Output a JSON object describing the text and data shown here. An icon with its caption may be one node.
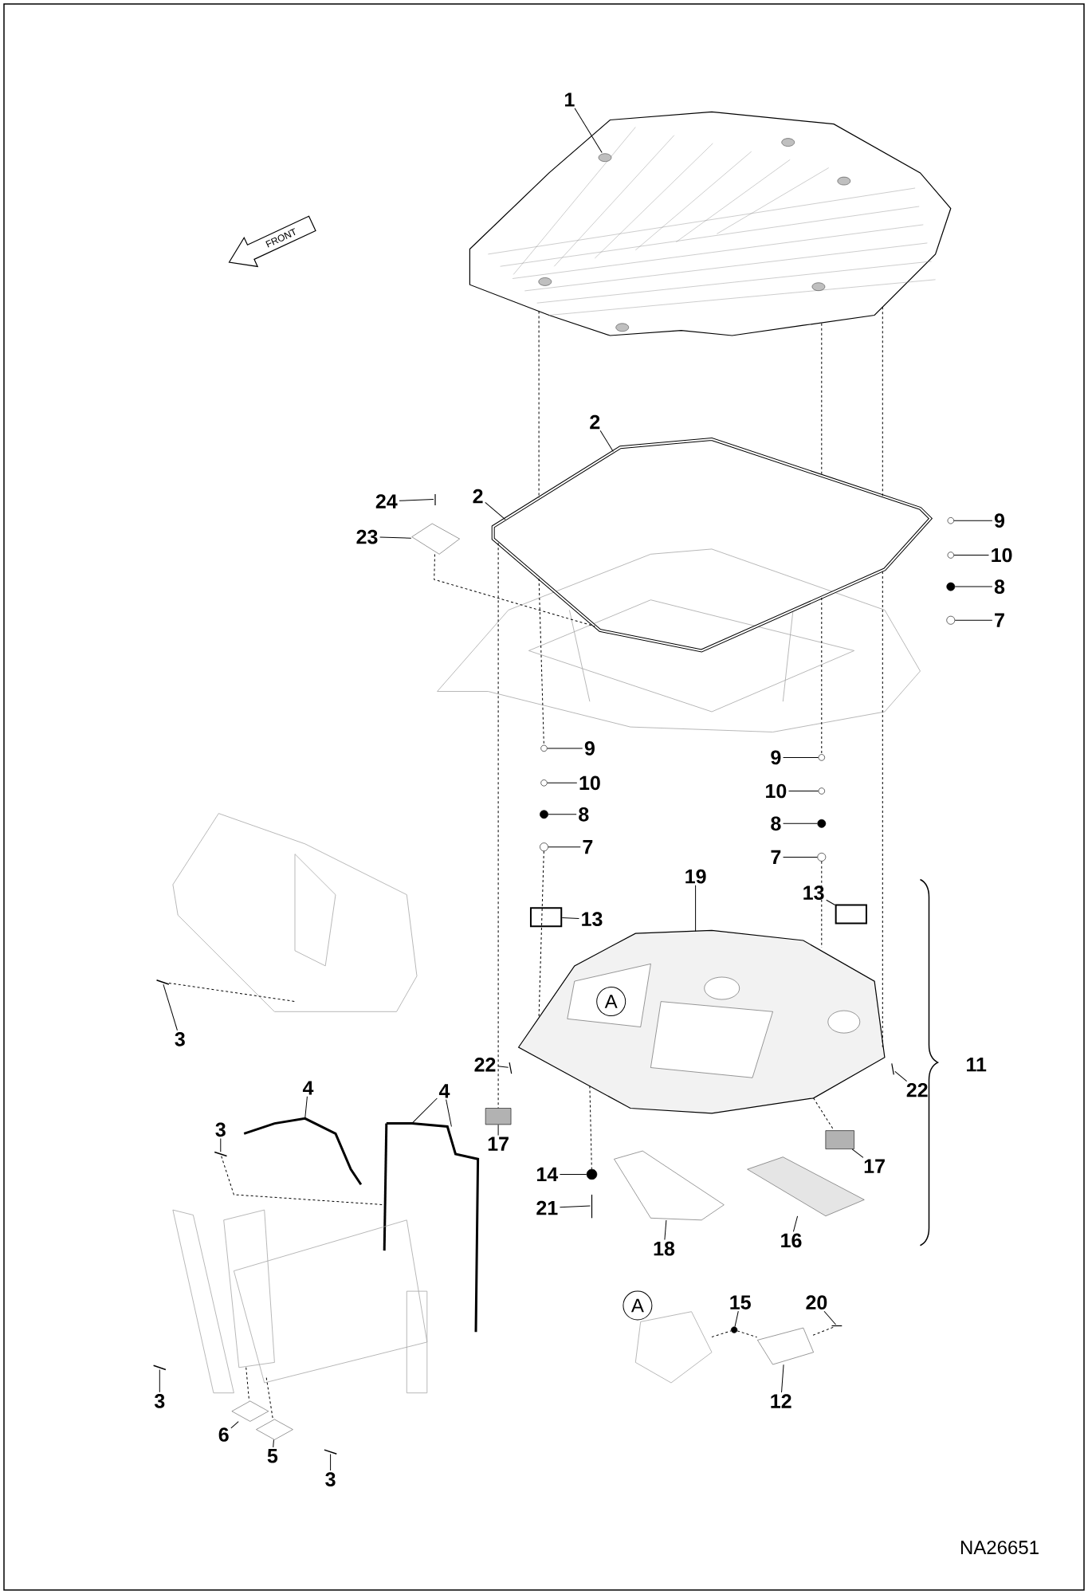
{
  "diagram": {
    "nodes": [
      {
        "text": [
          "1"
        ]
      },
      {
        "text": [
          "2"
        ]
      },
      {
        "text": [
          "24"
        ]
      },
      {
        "text": [
          "2"
        ]
      },
      {
        "text": [
          "23"
        ]
      },
      {
        "text": [
          "9"
        ]
      },
      {
        "text": [
          "10"
        ]
      },
      {
        "text": [
          "8"
        ]
      },
      {
        "text": [
          "7"
        ]
      },
      {
        "text": [
          "9"
        ]
      },
      {
        "text": [
          "10"
        ]
      },
      {
        "text": [
          "8"
        ]
      },
      {
        "text": [
          "7"
        ]
      },
      {
        "text": [
          "9"
        ]
      },
      {
        "text": [
          "10"
        ]
      },
      {
        "text": [
          "8"
        ]
      },
      {
        "text": [
          "7"
        ]
      },
      {
        "text": [
          "19"
        ]
      },
      {
        "text": [
          "13"
        ]
      },
      {
        "text": [
          "13"
        ]
      },
      {
        "text": [
          "3"
        ]
      },
      {
        "text": [
          "22"
        ]
      },
      {
        "text": [
          "22"
        ]
      },
      {
        "text": [
          "4"
        ]
      },
      {
        "text": [
          "4"
        ]
      },
      {
        "text": [
          "3"
        ]
      },
      {
        "text": [
          "17"
        ]
      },
      {
        "text": [
          "17"
        ]
      },
      {
        "text": [
          "14"
        ]
      },
      {
        "text": [
          "21"
        ]
      },
      {
        "text": [
          "16"
        ]
      },
      {
        "text": [
          "18"
        ]
      },
      {
        "text": [
          "15"
        ]
      },
      {
        "text": [
          "20"
        ]
      },
      {
        "text": [
          "12"
        ]
      },
      {
        "text": [
          "3"
        ]
      },
      {
        "text": [
          "6"
        ]
      },
      {
        "text": [
          "5"
        ]
      },
      {
        "text": [
          "3"
        ]
      },
      {
        "text": [],
        "shape": "picture"
      },
      {
        "text": [],
        "shape": "picture"
      },
      {
        "text": [],
        "shape": "picture"
      },
      {
        "text": [],
        "shape": "picture"
      },
      {
        "text": [],
        "shape": "circle"
      },
      {
        "text": [],
        "shape": "circle"
      },
      {
        "text": [],
        "shape": "circle"
      },
      {
        "text": [],
        "shape": "circle"
      },
      {
        "text": [],
        "shape": "circle"
      },
      {
        "text": [],
        "shape": "circle"
      },
      {
        "text": [],
        "shape": "circle"
      },
      {
        "text": [],
        "shape": "circle"
      },
      {
        "text": [],
        "shape": "circle"
      },
      {
        "text": [],
        "shape": "circle"
      },
      {
        "text": [],
        "shape": "circle"
      },
      {
        "text": [],
        "shape": "circle"
      },
      {
        "text": [],
        "shape": "picture"
      },
      {
        "text": [],
        "shape": "box"
      },
      {
        "text": [],
        "shape": "box"
      },
      {
        "text": [],
        "shape": "picture"
      },
      {
        "text": [],
        "shape": "picture"
      },
      {
        "text": [],
        "shape": "picture"
      },
      {
        "text": [],
        "shape": "picture"
      },
      {
        "text": [],
        "shape": "picture"
      },
      {
        "text": [],
        "shape": "picture"
      },
      {
        "text": [],
        "shape": "box"
      },
      {
        "text": [],
        "shape": "box"
      },
      {
        "text": [],
        "shape": "circle"
      },
      {
        "text": [],
        "shape": "picture"
      },
      {
        "text": [],
        "shape": "picture"
      },
      {
        "text": [],
        "shape": "picture"
      },
      {
        "text": [],
        "shape": "circle"
      },
      {
        "text": [],
        "shape": "picture"
      },
      {
        "text": [],
        "shape": "picture"
      },
      {
        "text": [],
        "shape": "picture"
      },
      {
        "text": [],
        "shape": "picture"
      },
      {
        "text": [],
        "shape": "picture"
      },
      {
        "text": [],
        "shape": "picture"
      },
      {
        "text": [],
        "shape": "picture"
      },
      {
        "text": [],
        "shape": "picture"
      },
      {
        "text": [],
        "shape": "picture"
      }
    ],
    "edges": [
      {
        "from": 0,
        "to": 39,
        "arrow": "none"
      },
      {
        "from": 1,
        "to": 40,
        "arrow": "none"
      },
      {
        "from": 2,
        "to": 41,
        "arrow": "none"
      },
      {
        "from": 3,
        "to": 40,
        "arrow": "none"
      },
      {
        "from": 4,
        "to": 42,
        "arrow": "none"
      },
      {
        "from": 5,
        "to": 43,
        "arrow": "none"
      },
      {
        "from": 6,
        "to": 44,
        "arrow": "none"
      },
      {
        "from": 7,
        "to": 45,
        "arrow": "none"
      },
      {
        "from": 8,
        "to": 46,
        "arrow": "none"
      },
      {
        "from": 9,
        "to": 47,
        "arrow": "none"
      },
      {
        "from": 10,
        "to": 48,
        "arrow": "none"
      },
      {
        "from": 11,
        "to": 49,
        "arrow": "none"
      },
      {
        "from": 12,
        "to": 50,
        "arrow": "none"
      },
      {
        "from": 13,
        "to": 51,
        "arrow": "none"
      },
      {
        "from": 14,
        "to": 52,
        "arrow": "none"
      },
      {
        "from": 15,
        "to": 53,
        "arrow": "none"
      },
      {
        "from": 16,
        "to": 54,
        "arrow": "none"
      },
      {
        "from": 17,
        "to": 55,
        "arrow": "none"
      },
      {
        "from": 18,
        "to": 56,
        "arrow": "none"
      },
      {
        "from": 19,
        "to": 57,
        "arrow": "none"
      },
      {
        "from": 20,
        "to": 58,
        "arrow": "none"
      },
      {
        "from": 21,
        "to": 59,
        "arrow": "none"
      },
      {
        "from": 22,
        "to": 60,
        "arrow": "none"
      },
      {
        "from": 23,
        "to": 61,
        "arrow": "none"
      },
      {
        "from": 24,
        "to": 62,
        "arrow": "none"
      },
      {
        "from": 24,
        "to": 62,
        "arrow": "none"
      },
      {
        "from": 25,
        "to": 63,
        "arrow": "none"
      },
      {
        "from": 26,
        "to": 64,
        "arrow": "none"
      },
      {
        "from": 27,
        "to": 65,
        "arrow": "none"
      },
      {
        "from": 28,
        "to": 66,
        "arrow": "none"
      },
      {
        "from": 29,
        "to": 67,
        "arrow": "none"
      },
      {
        "from": 30,
        "to": 68,
        "arrow": "none"
      },
      {
        "from": 31,
        "to": 69,
        "arrow": "none"
      },
      {
        "from": 32,
        "to": 70,
        "arrow": "none"
      },
      {
        "from": 33,
        "to": 71,
        "arrow": "none"
      },
      {
        "from": 34,
        "to": 72,
        "arrow": "none"
      },
      {
        "from": 35,
        "to": 73,
        "arrow": "none"
      },
      {
        "from": 36,
        "to": 74,
        "arrow": "none"
      },
      {
        "from": 37,
        "to": 75,
        "arrow": "none"
      },
      {
        "from": 38,
        "to": 76,
        "arrow": "none"
      },
      {
        "from": 39,
        "to": 40,
        "arrow": "none",
        "style": "dashed"
      },
      {
        "from": 40,
        "to": 47,
        "arrow": "none",
        "style": "dashed"
      },
      {
        "from": 50,
        "to": 55,
        "arrow": "none",
        "style": "dashed"
      },
      {
        "from": 39,
        "to": 40,
        "arrow": "none",
        "style": "dashed"
      },
      {
        "from": 40,
        "to": 51,
        "arrow": "none",
        "style": "dashed"
      },
      {
        "from": 54,
        "to": 55,
        "arrow": "none",
        "style": "dashed"
      },
      {
        "from": 39,
        "to": 40,
        "arrow": "none",
        "style": "dashed"
      },
      {
        "from": 40,
        "to": 55,
        "arrow": "none",
        "style": "dashed"
      },
      {
        "from": 40,
        "to": 64,
        "arrow": "none",
        "style": "dashed"
      },
      {
        "from": 42,
        "to": 40,
        "arrow": "none",
        "style": "dashed"
      },
      {
        "from": 55,
        "to": 66,
        "arrow": "none",
        "style": "dashed"
      },
      {
        "from": 55,
        "to": 65,
        "arrow": "none",
        "style": "dashed"
      },
      {
        "from": 58,
        "to": 77,
        "arrow": "none",
        "style": "dashed"
      },
      {
        "from": 63,
        "to": 62,
        "arrow": "none",
        "style": "dashed"
      },
      {
        "from": 78,
        "to": 74,
        "arrow": "none",
        "style": "dashed"
      },
      {
        "from": 78,
        "to": 75,
        "arrow": "none",
        "style": "dashed"
      },
      {
        "from": 79,
        "to": 70,
        "arrow": "none",
        "style": "dashed"
      },
      {
        "from": 70,
        "to": 72,
        "arrow": "none",
        "style": "dashed"
      },
      {
        "from": 72,
        "to": 71,
        "arrow": "none",
        "style": "dashed"
      }
    ],
    "labels": [
      "FRONT",
      "A",
      "11",
      "A",
      "NA26651"
    ]
  }
}
